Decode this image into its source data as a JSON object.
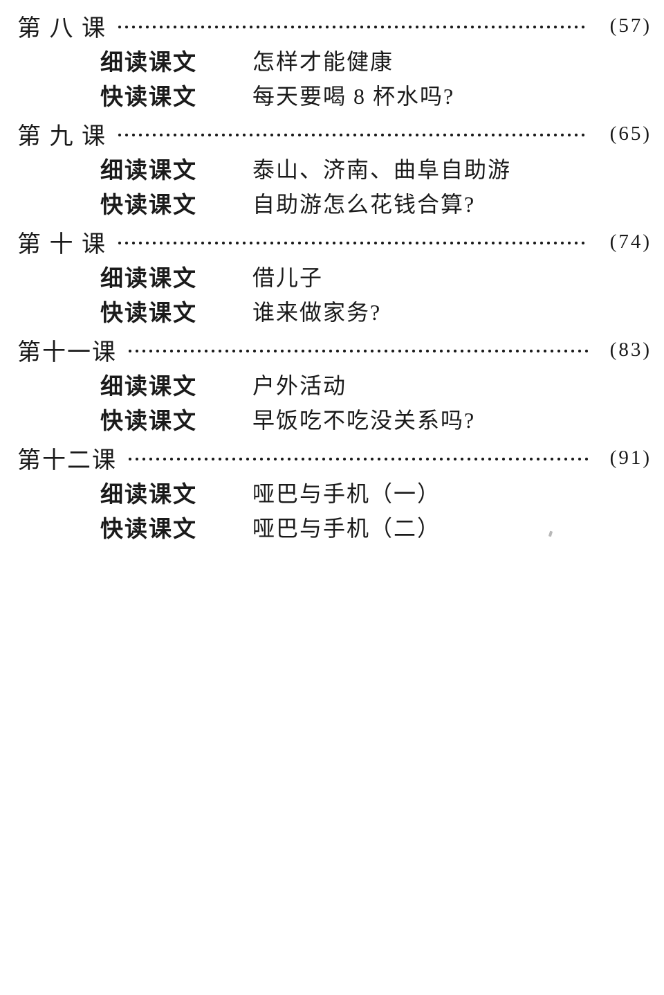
{
  "page": {
    "background": "#ffffff",
    "text_color": "#1a1a1a"
  },
  "toc": {
    "sections": [
      {
        "lesson": "第 八 课",
        "page": "(57)",
        "items": [
          {
            "label": "细读课文",
            "title": "怎样才能健康"
          },
          {
            "label": "快读课文",
            "title": "每天要喝 8 杯水吗?"
          }
        ]
      },
      {
        "lesson": "第 九 课",
        "page": "(65)",
        "items": [
          {
            "label": "细读课文",
            "title": "泰山、济南、曲阜自助游"
          },
          {
            "label": "快读课文",
            "title": "自助游怎么花钱合算?"
          }
        ]
      },
      {
        "lesson": "第 十 课",
        "page": "(74)",
        "items": [
          {
            "label": "细读课文",
            "title": "借儿子"
          },
          {
            "label": "快读课文",
            "title": "谁来做家务?"
          }
        ]
      },
      {
        "lesson": "第十一课",
        "page": "(83)",
        "items": [
          {
            "label": "细读课文",
            "title": "户外活动"
          },
          {
            "label": "快读课文",
            "title": "早饭吃不吃没关系吗?"
          }
        ]
      },
      {
        "lesson": "第十二课",
        "page": "(91)",
        "items": [
          {
            "label": "细读课文",
            "title": "哑巴与手机（一）"
          },
          {
            "label": "快读课文",
            "title": "哑巴与手机（二）"
          }
        ]
      }
    ]
  }
}
